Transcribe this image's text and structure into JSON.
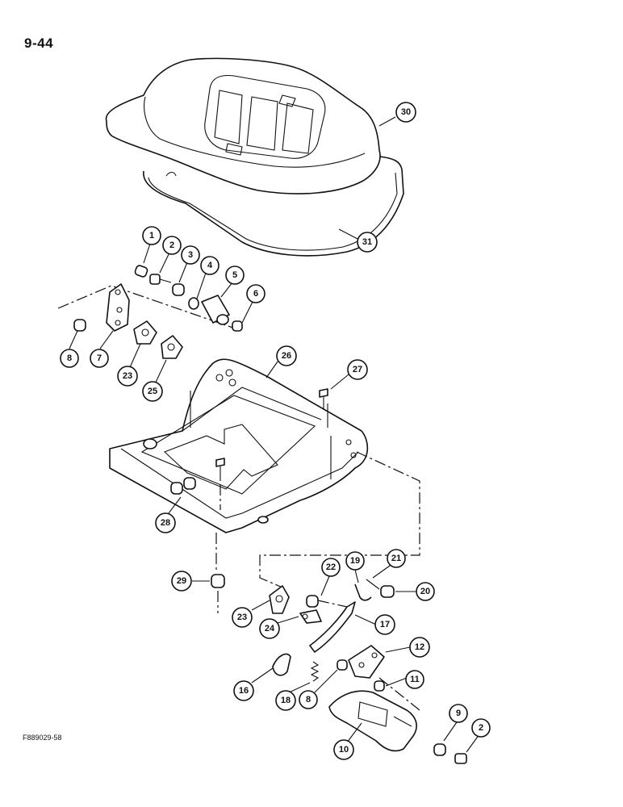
{
  "page": {
    "number": "9-44",
    "figure_code": "F889029-58"
  },
  "callouts": [
    {
      "id": "callout-30",
      "label": "30"
    },
    {
      "id": "callout-31",
      "label": "31"
    },
    {
      "id": "callout-1",
      "label": "1"
    },
    {
      "id": "callout-2a",
      "label": "2"
    },
    {
      "id": "callout-3",
      "label": "3"
    },
    {
      "id": "callout-4",
      "label": "4"
    },
    {
      "id": "callout-5",
      "label": "5"
    },
    {
      "id": "callout-6",
      "label": "6"
    },
    {
      "id": "callout-8a",
      "label": "8"
    },
    {
      "id": "callout-7",
      "label": "7"
    },
    {
      "id": "callout-23a",
      "label": "23"
    },
    {
      "id": "callout-25",
      "label": "25"
    },
    {
      "id": "callout-26",
      "label": "26"
    },
    {
      "id": "callout-27",
      "label": "27"
    },
    {
      "id": "callout-28",
      "label": "28"
    },
    {
      "id": "callout-29",
      "label": "29"
    },
    {
      "id": "callout-22",
      "label": "22"
    },
    {
      "id": "callout-19",
      "label": "19"
    },
    {
      "id": "callout-21",
      "label": "21"
    },
    {
      "id": "callout-20",
      "label": "20"
    },
    {
      "id": "callout-23b",
      "label": "23"
    },
    {
      "id": "callout-24",
      "label": "24"
    },
    {
      "id": "callout-17",
      "label": "17"
    },
    {
      "id": "callout-12",
      "label": "12"
    },
    {
      "id": "callout-16",
      "label": "16"
    },
    {
      "id": "callout-18",
      "label": "18"
    },
    {
      "id": "callout-11",
      "label": "11"
    },
    {
      "id": "callout-8b",
      "label": "8"
    },
    {
      "id": "callout-9",
      "label": "9"
    },
    {
      "id": "callout-2b",
      "label": "2"
    },
    {
      "id": "callout-10",
      "label": "10"
    }
  ]
}
